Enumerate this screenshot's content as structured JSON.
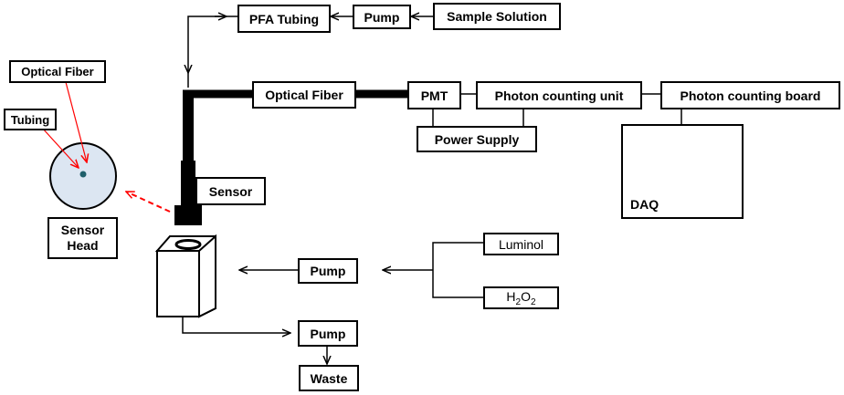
{
  "boxes": {
    "pfa_tubing": "PFA Tubing",
    "pump_top": "Pump",
    "sample_solution": "Sample Solution",
    "optical_fiber": "Optical Fiber",
    "pmt": "PMT",
    "photon_counting_unit": "Photon counting unit",
    "photon_counting_board": "Photon counting board",
    "power_supply": "Power Supply",
    "sensor": "Sensor",
    "daq": "DAQ",
    "sensor_head": "Sensor Head",
    "luminol": "Luminol",
    "h2o2": "H2O2",
    "pump_middle": "Pump",
    "pump_bottom": "Pump",
    "waste": "Waste"
  },
  "callouts": {
    "optical_fiber": "Optical Fiber",
    "tubing": "Tubing"
  },
  "colors": {
    "line": "#000000",
    "annotation": "#ff0000",
    "sensor_head_fill": "#dce6f2",
    "computer_screen": "#1a3f9e"
  },
  "icons": [
    "computer-workstation-icon"
  ]
}
